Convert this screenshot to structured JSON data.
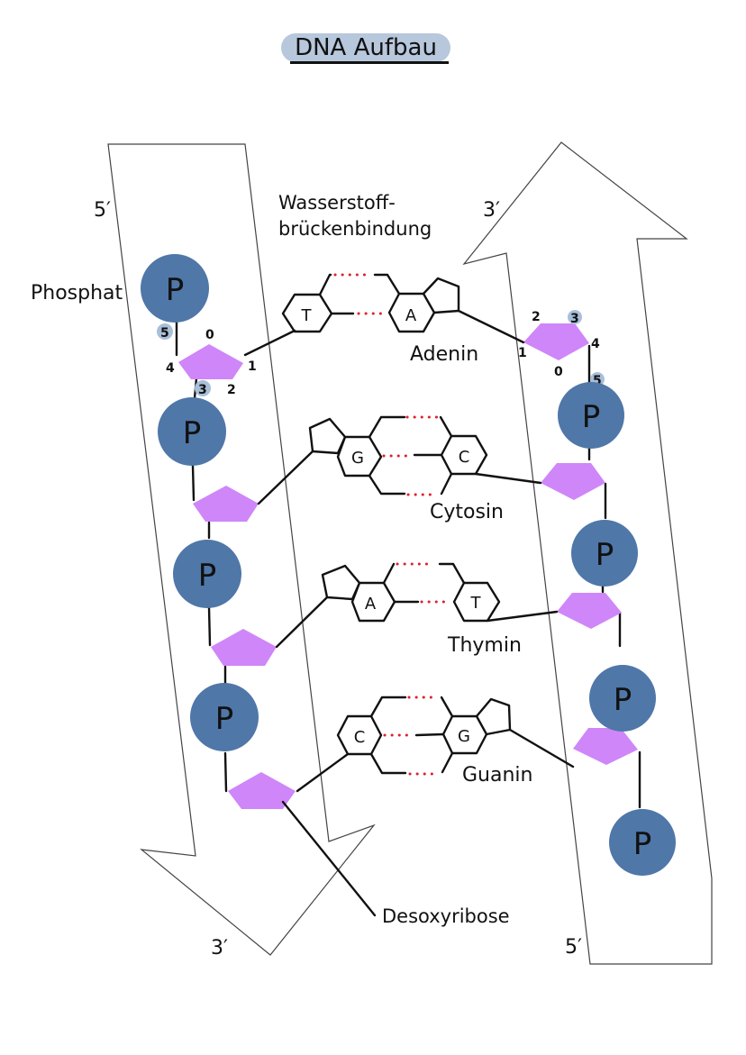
{
  "title": "DNA Aufbau",
  "colors": {
    "phosphate": "#4f77a8",
    "sugar": "#cf86f9",
    "hydrogen_bond": "#e0202e",
    "title_highlight": "#b7c7dc"
  },
  "strand_labels": {
    "left_top": "5′",
    "left_bottom": "3′",
    "right_top": "3′",
    "right_bottom": "5′"
  },
  "labels": {
    "phosphat": "Phosphat",
    "hbond_line1": "Wasserstoff-",
    "hbond_line2": "brückenbindung",
    "desoxyribose": "Desoxyribose"
  },
  "phosphate_symbol": "P",
  "base_pairs": [
    {
      "left": "T",
      "right": "A",
      "label": "Adenin"
    },
    {
      "left": "G",
      "right": "C",
      "label": "Cytosin"
    },
    {
      "left": "A",
      "right": "T",
      "label": "Thymin"
    },
    {
      "left": "C",
      "right": "G",
      "label": "Guanin"
    }
  ],
  "carbon_numbers_left": {
    "c0": "0",
    "c1": "1",
    "c2": "2",
    "c3": "3",
    "c4": "4",
    "c5": "5"
  },
  "carbon_numbers_right": {
    "c0": "0",
    "c1": "1",
    "c2": "2",
    "c3": "3",
    "c4": "4",
    "c5": "5"
  }
}
